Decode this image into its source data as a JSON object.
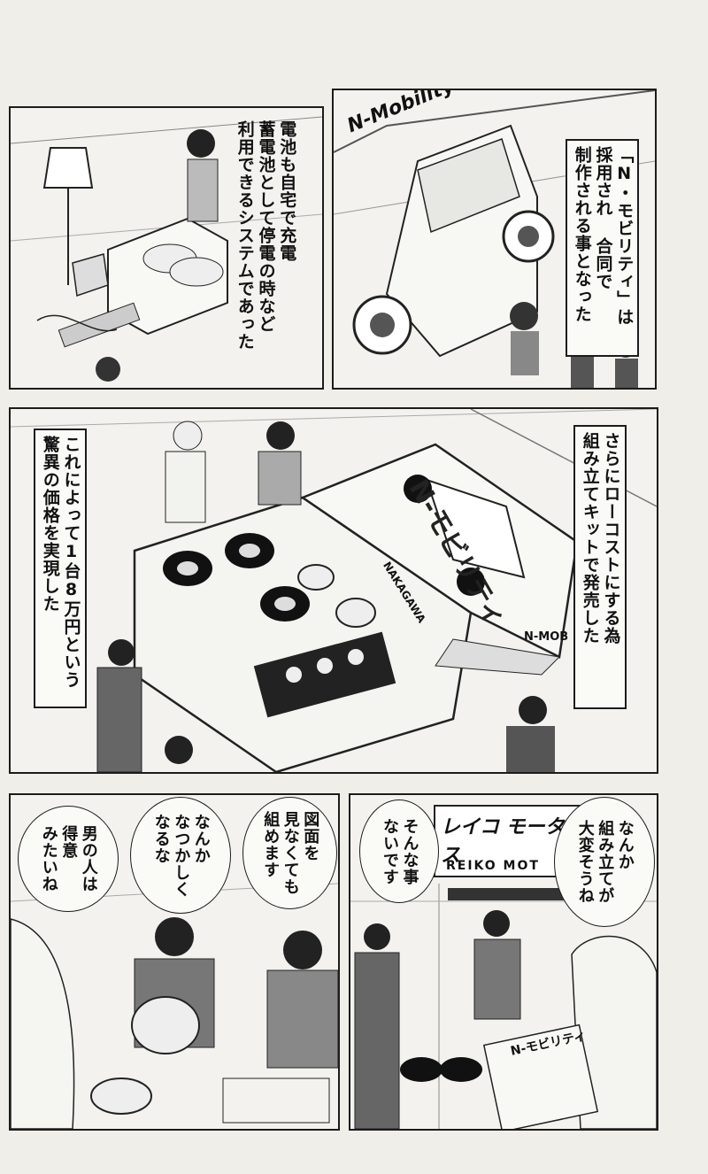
{
  "panels": {
    "p1": {
      "caption": "「N・モビリティ」は\n採用され 合同で\n制作される事となった",
      "sign": "N-Mobility"
    },
    "p2": {
      "caption": "電池も自宅で充電\n蓄電池として停電の時など\n利用できるシステムであった"
    },
    "p3": {
      "caption": "さらにローコストにする為\n組み立てキットで発売した",
      "box_print": "N-モビリティ",
      "box_brand": "NAKAGAWA",
      "box_side": "N-MOB"
    },
    "p4": {
      "caption": "これによって1台8万円という\n驚異の価格を実現した"
    },
    "p5": {
      "bubble1": "なんか\n組み立てが\n大変そうね",
      "bubble2": "そんな事\nないです",
      "sign_top": "レイコ モータース",
      "sign_bottom": "REIKO MOT",
      "manual": "N-モビリティ"
    },
    "p6": {
      "bubble1": "図面を\n見なくても\n組めます",
      "bubble2": "なんか\nなつかしく\nなるな",
      "bubble3": "男の人は\n得意\nみたいね"
    }
  }
}
